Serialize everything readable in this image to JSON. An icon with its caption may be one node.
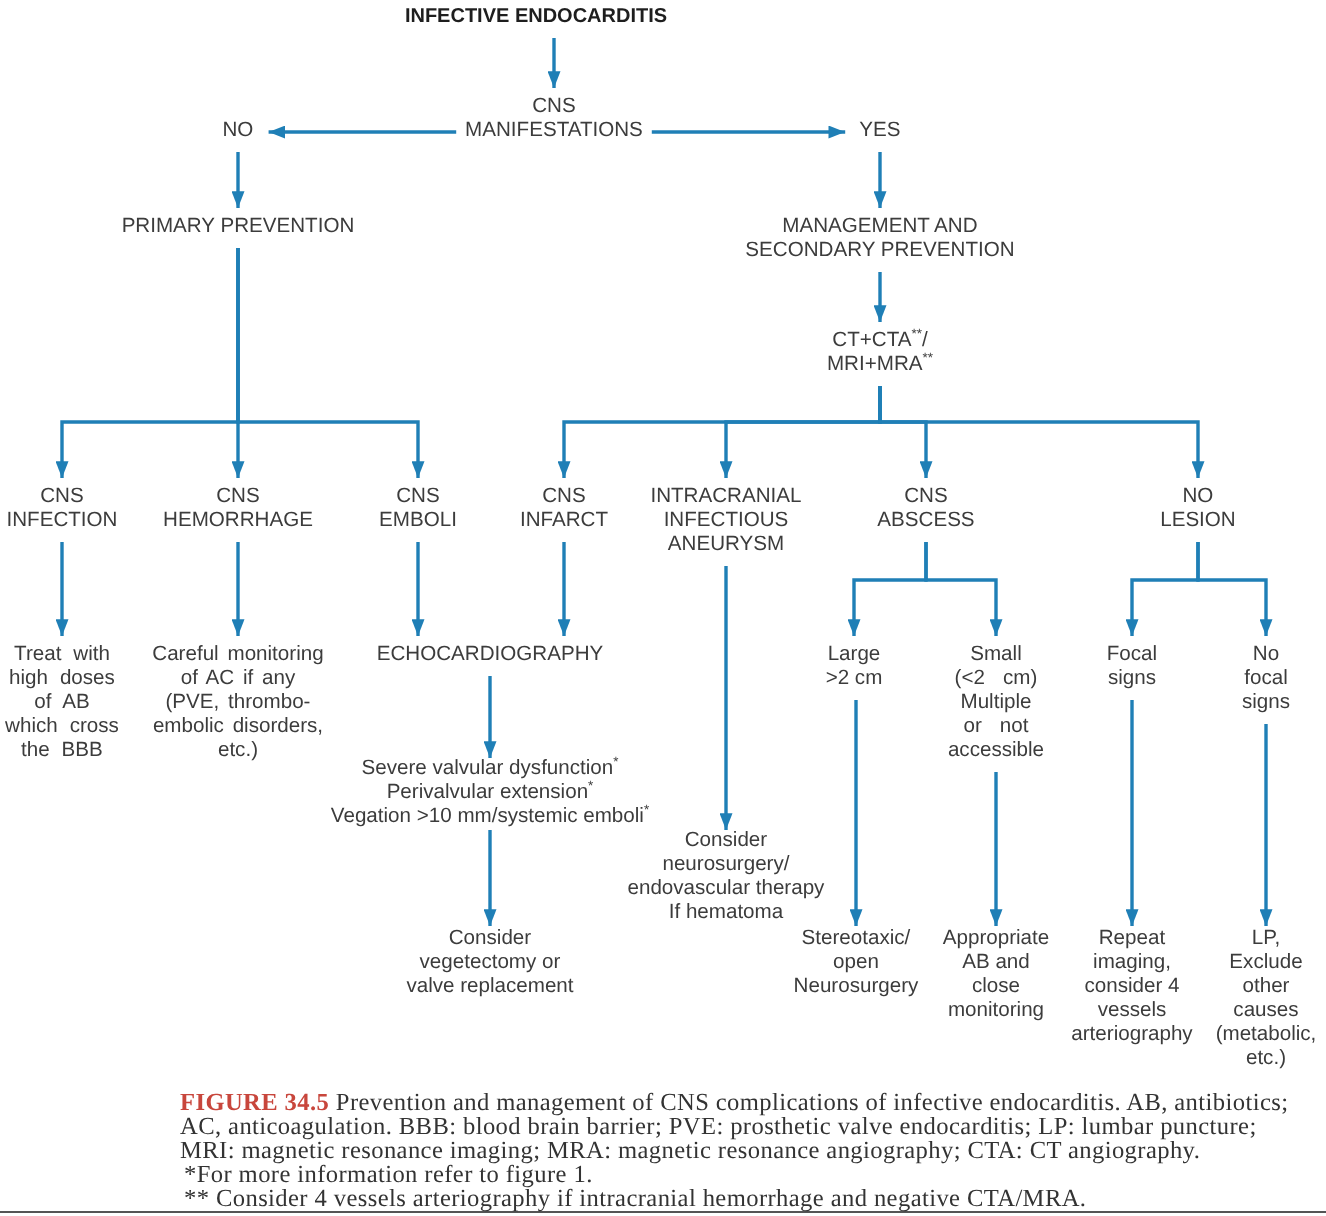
{
  "diagram": {
    "caption": "**FIGURE 34.5** Prevention and management of CNS complications of infective endocarditis. AB, antibiotics; AC, anticoagulation. BBB: blood brain barrier; PVE: prosthetic valve endocarditis; LP: lumbar puncture; MRI: magnetic resonance imaging; MRA: magnetic resonance angiography; CTA: CT angiography.",
    "nodes": [
      {
        "text": [
          "INFECTIVE ENDOCARDITIS"
        ]
      },
      {
        "text": [
          "CNS MANIFESTATIONS"
        ]
      },
      {
        "text": [
          "NO"
        ]
      },
      {
        "text": [
          "YES"
        ]
      },
      {
        "text": [
          "PRIMARY PREVENTION"
        ]
      },
      {
        "text": [
          "MANAGEMENT AND SECONDARY PREVENTION"
        ]
      },
      {
        "text": [
          "CT+CTA$^{**}$/ MRI+MRA$^{**}$"
        ]
      },
      {
        "text": [
          "CNS INFECTION"
        ]
      },
      {
        "text": [
          "CNS HEMORRHAGE"
        ]
      },
      {
        "text": [
          "CNS EMBOLI"
        ]
      },
      {
        "text": [
          "CNS INFARCT"
        ]
      },
      {
        "text": [
          "INTRACRANIAL INFECTIOUS ANEURYSM"
        ]
      },
      {
        "text": [
          "CNS ABSCESS"
        ]
      },
      {
        "text": [
          "NO LESION"
        ]
      },
      {
        "text": [
          "Treat with high doses of AB which cross the BBB"
        ]
      },
      {
        "text": [
          "Careful monitoring of AC if any (PVE, thrombo-embolic disorders, etc.)"
        ]
      },
      {
        "text": [
          "ECHOCARDIOGRAPHY"
        ]
      },
      {
        "text": [
          "Large >2 cm"
        ]
      },
      {
        "text": [
          "Small (<2 cm) Multiple or not accessible"
        ]
      },
      {
        "text": [
          "Focal signs"
        ]
      },
      {
        "text": [
          "No focal signs"
        ]
      },
      {
        "text": [
          "Severe valvular dysfunction$^{*}$",
          "Perivalvular extension$^{*}$",
          "Vegation >10 mm/systemic emboli$^{*}$"
        ]
      },
      {
        "text": [
          "Consider neurosurgery/ endovascular therapy If hematoma"
        ]
      },
      {
        "text": [
          "Consider vegetectomy or valve replacement"
        ]
      },
      {
        "text": [
          "Stereotaxic/ open Neurosurgery"
        ]
      },
      {
        "text": [
          "Appropriate AB and close monitoring"
        ]
      },
      {
        "text": [
          "Repeat imaging, consider 4 vessels arteriography"
        ]
      },
      {
        "text": [
          "LP, Exclude other causes (metabolic, etc.)"
        ]
      }
    ],
    "edges": [
      {
        "from": 0,
        "to": 1,
        "arrow": "to"
      },
      {
        "from": 1,
        "to": 2,
        "arrow": "to"
      },
      {
        "from": 1,
        "to": 3,
        "arrow": "to"
      },
      {
        "from": 2,
        "to": 4,
        "arrow": "to"
      },
      {
        "from": 3,
        "to": 5,
        "arrow": "to"
      },
      {
        "from": 5,
        "to": 6,
        "arrow": "to"
      },
      {
        "from": 4,
        "to": 7,
        "arrow": "to"
      },
      {
        "from": 4,
        "to": 8,
        "arrow": "to"
      },
      {
        "from": 4,
        "to": 9,
        "arrow": "to"
      },
      {
        "from": 6,
        "to": 10,
        "arrow": "to"
      },
      {
        "from": 6,
        "to": 11,
        "arrow": "to"
      },
      {
        "from": 6,
        "to": 12,
        "arrow": "to"
      },
      {
        "from": 6,
        "to": 13,
        "arrow": "to"
      },
      {
        "from": 7,
        "to": 14,
        "arrow": "to"
      },
      {
        "from": 8,
        "to": 15,
        "arrow": "to"
      },
      {
        "from": 9,
        "to": 16,
        "arrow": "to"
      },
      {
        "from": 10,
        "to": 16,
        "arrow": "to"
      },
      {
        "from": 16,
        "to": 21,
        "arrow": "to"
      },
      {
        "from": 21,
        "to": 23,
        "arrow": "to"
      },
      {
        "from": 11,
        "to": 22,
        "arrow": "to"
      },
      {
        "from": 12,
        "to": 17,
        "arrow": "to"
      },
      {
        "from": 12,
        "to": 18,
        "arrow": "to"
      },
      {
        "from": 13,
        "to": 19,
        "arrow": "to"
      },
      {
        "from": 13,
        "to": 20,
        "arrow": "to"
      },
      {
        "from": 17,
        "to": 24,
        "arrow": "to"
      },
      {
        "from": 18,
        "to": 25,
        "arrow": "to"
      },
      {
        "from": 19,
        "to": 26,
        "arrow": "to"
      },
      {
        "from": 20,
        "to": 27,
        "arrow": "to"
      }
    ],
    "labels": [
      "*For more information refer to figure 1.",
      "** Consider 4 vessels arteriography if intracranial hemorrhage and negative CTA/MRA."
    ]
  }
}
